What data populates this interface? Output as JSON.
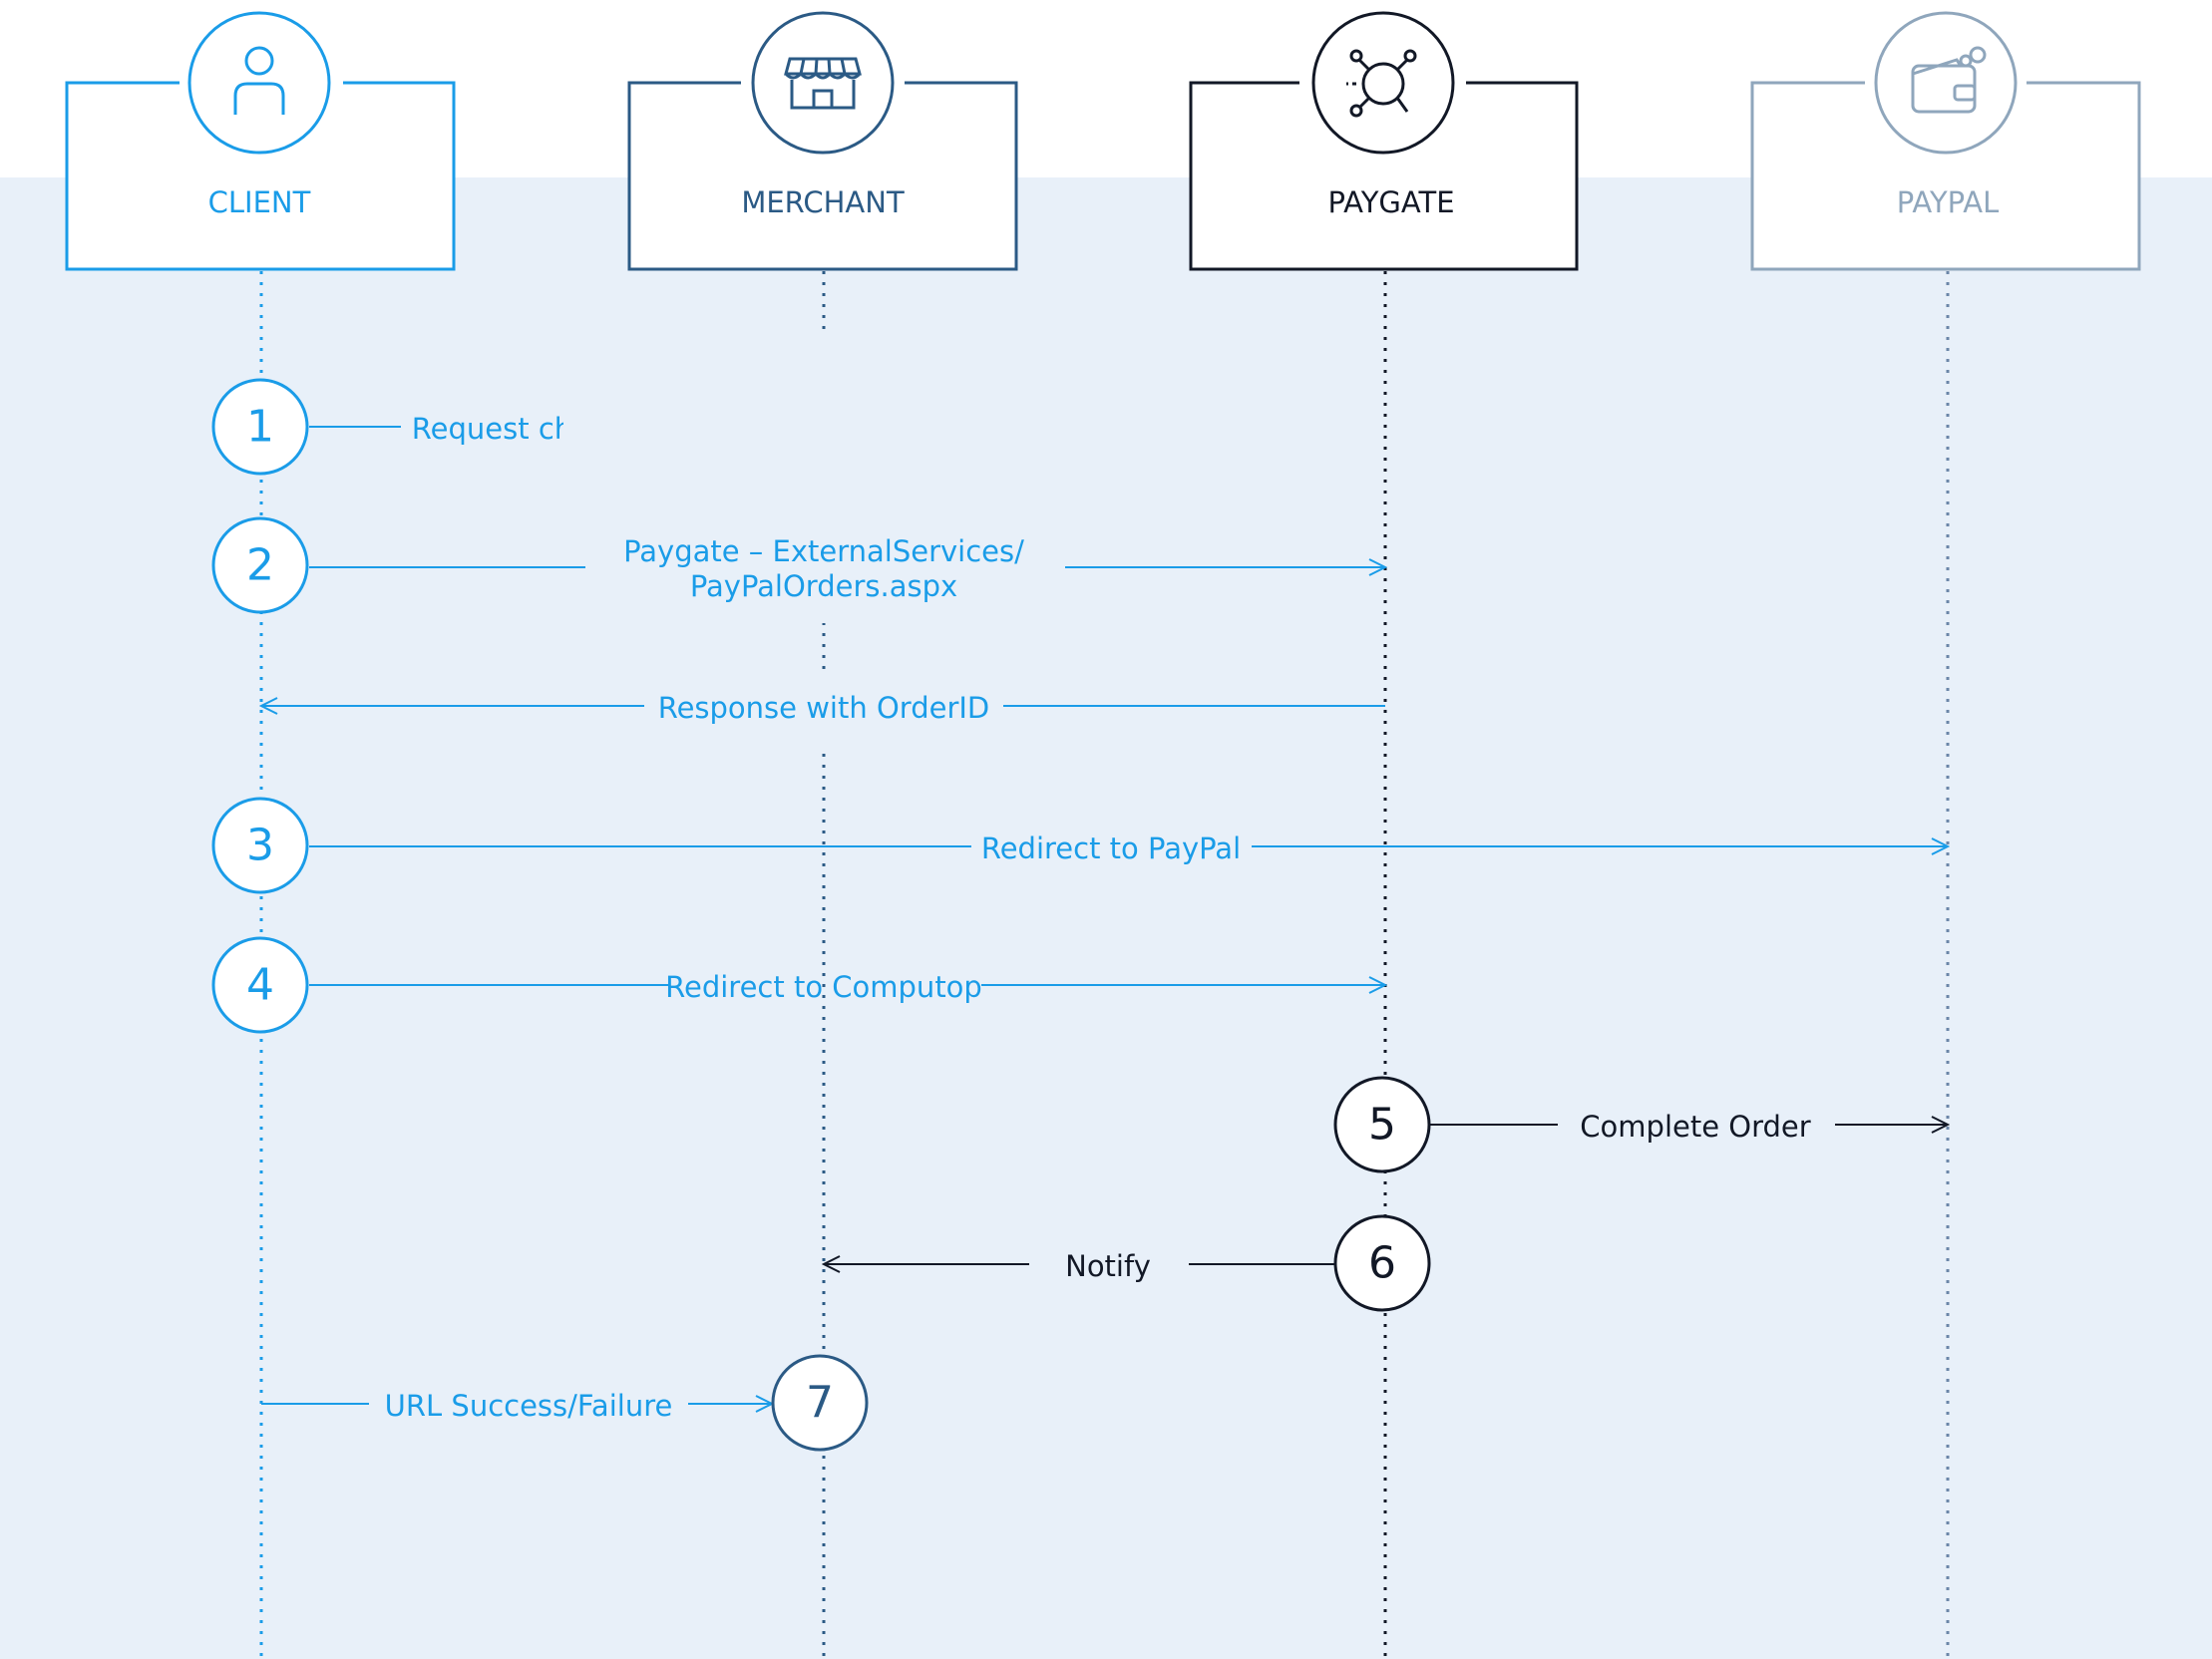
{
  "colors": {
    "background_band": "#e8f0f9",
    "client": "#1a9ce8",
    "merchant": "#2b5a85",
    "paygate": "#121826",
    "paypal": "#8fa6bc"
  },
  "participants": {
    "client": {
      "label": "CLIENT",
      "icon": "person-icon"
    },
    "merchant": {
      "label": "MERCHANT",
      "icon": "store-icon"
    },
    "paygate": {
      "label": "PAYGATE",
      "icon": "network-hub-icon"
    },
    "paypal": {
      "label": "PAYPAL",
      "icon": "wallet-icon"
    }
  },
  "steps": {
    "s1": "1",
    "s2": "2",
    "s3": "3",
    "s4": "4",
    "s5": "5",
    "s6": "6",
    "s7": "7"
  },
  "messages": {
    "m1": "Request checkout",
    "m2a": "Paygate – ExternalServices/",
    "m2b": "PayPalOrders.aspx",
    "m3": "Response with OrderID",
    "m4": "Redirect to PayPal",
    "m5": "Redirect to Computop",
    "m6": "Complete Order",
    "m7": "Notify",
    "m8": "URL Success/Failure"
  }
}
